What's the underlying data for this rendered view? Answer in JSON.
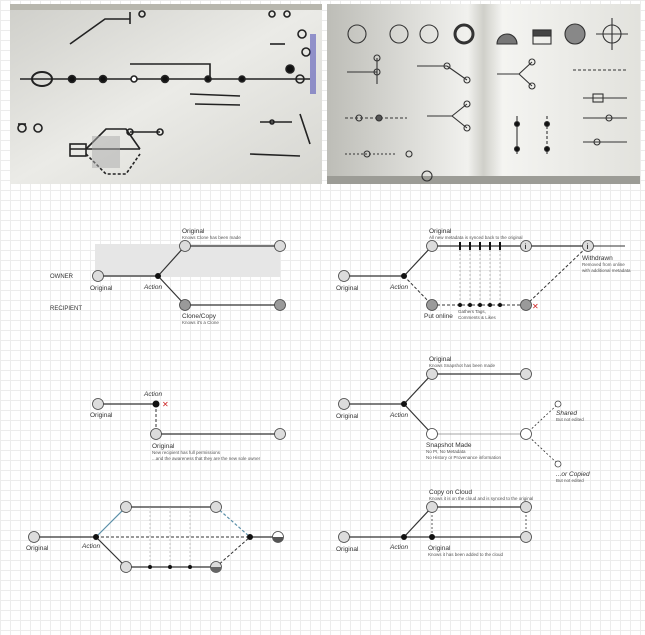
{
  "d1": {
    "original_top": "Original",
    "original_top_note": "Knows Clone has been made",
    "owner": "OWNER",
    "recipient": "RECIPIENT",
    "original_left": "Original",
    "action": "Action",
    "clone": "Clone/Copy",
    "clone_note": "Knows it's a Clone"
  },
  "d2": {
    "original_top": "Original",
    "original_top_note": "All new metadata is synced back to the original",
    "original_left": "Original",
    "action": "Action",
    "put_online": "Put online",
    "gathers_1": "Gathers Tags,",
    "gathers_2": "Comments & Likes",
    "withdrawn": "Withdrawn",
    "withdrawn_note_1": "Removed from online",
    "withdrawn_note_2": "with additional metadata",
    "info_glyph": "i"
  },
  "d3": {
    "action": "Action",
    "original_left": "Original",
    "original_bottom": "Original",
    "note_1": "New recipient has full permissions",
    "note_2": "...and the awareness that they are the new sole owner"
  },
  "d4": {
    "original_top": "Original",
    "original_top_note": "Knows Snapshot has been made",
    "original_left": "Original",
    "action": "Action",
    "snapshot": "Snapshot Made",
    "snapshot_note_1": "No PI, No Metadata",
    "snapshot_note_2": "No History or Provenance information",
    "shared": "Shared",
    "shared_note": "But not edited",
    "copied": "...or Copied",
    "copied_note": "But not edited"
  },
  "d5": {
    "original": "Original",
    "action": "Action"
  },
  "d6": {
    "copy_cloud": "Copy on Cloud",
    "copy_cloud_note": "Knows it is on the cloud and is synced to the original",
    "original_left": "Original",
    "action": "Action",
    "original_bottom": "Original",
    "original_bottom_note": "Knows it has been added to the cloud"
  },
  "colors": {
    "node_fill": "#dcdcdc",
    "node_dark": "#9a9a9a",
    "line": "#333333",
    "accent_blue": "#5b8fa8",
    "cross": "#cc2222",
    "highlight": "#e6e6e6"
  }
}
